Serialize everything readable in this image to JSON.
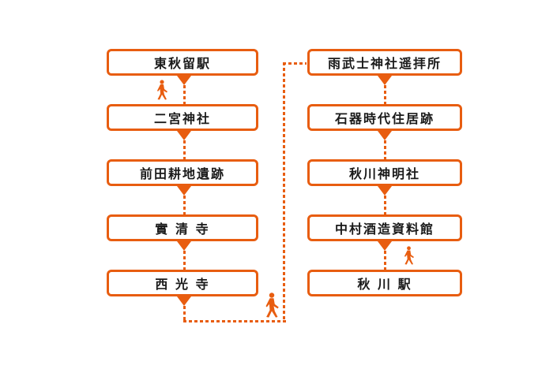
{
  "diagram": {
    "title": "",
    "accent_color": "#e85d10",
    "left_column": [
      {
        "label": "東秋留駅"
      },
      {
        "label": "二宮神社"
      },
      {
        "label": "前田耕地遺跡"
      },
      {
        "label": "實 清 寺"
      },
      {
        "label": "西 光 寺"
      }
    ],
    "right_column": [
      {
        "label": "雨武士神社遥拝所"
      },
      {
        "label": "石器時代住居跡"
      },
      {
        "label": "秋川神明社"
      },
      {
        "label": "中村酒造資料館"
      },
      {
        "label": "秋 川 駅"
      }
    ],
    "icons": [
      "walking-person-icon"
    ]
  }
}
